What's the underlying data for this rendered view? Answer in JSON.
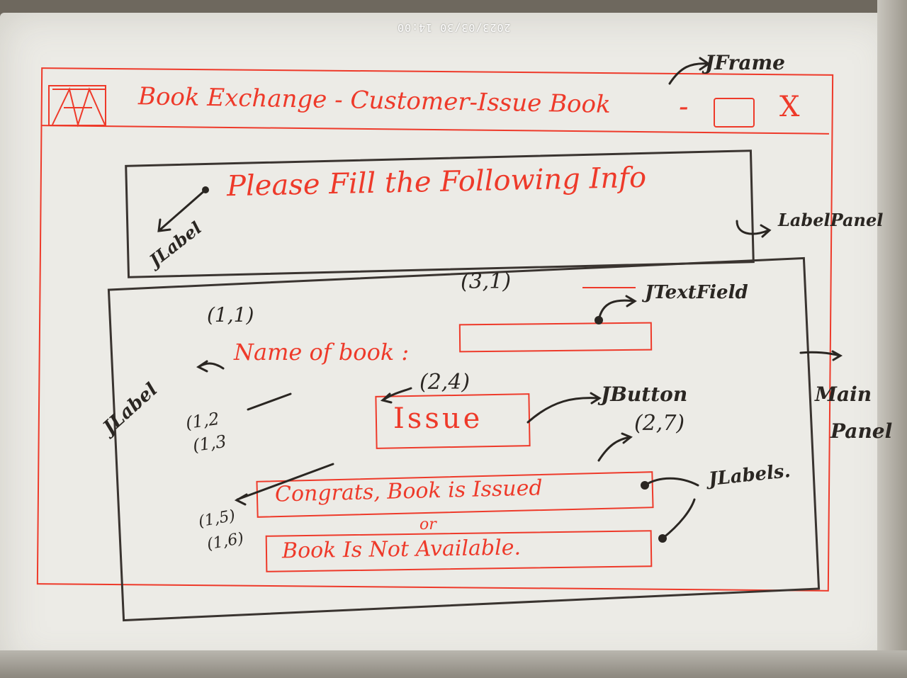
{
  "timestamp": "2023/03/30 14:00",
  "frame": {
    "title": "Book Exchange - Customer-Issue Book",
    "controls": {
      "minimize": "-",
      "close": "X"
    }
  },
  "label_panel": {
    "heading": "Please Fill the Following Info"
  },
  "main_panel": {
    "field_label": "Name of book :",
    "button_label": "Issue",
    "result_success": "Congrats, Book is Issued",
    "or_text": "or",
    "result_failure": "Book Is Not Available."
  },
  "annotations": {
    "jframe": "JFrame",
    "label_panel": "LabelPanel",
    "jlabel_header": "JLabel",
    "jtextfield": "JTextField",
    "jlabel_left": "JLabel",
    "jbutton": "JButton",
    "jlabels": "JLabels.",
    "main_panel_line1": "Main",
    "main_panel_line2": "Panel"
  },
  "grid_coords": {
    "c11": "(1,1)",
    "c31": "(3,1)",
    "c24": "(2,4)",
    "c12": "(1,2",
    "c13": "(1,3",
    "c27": "(2,7)",
    "c15": "(1,5)",
    "c16": "(1,6)"
  },
  "colors": {
    "marker_red": "#ee3a2a",
    "marker_black": "#2a2622",
    "board": "#ecebe6"
  }
}
